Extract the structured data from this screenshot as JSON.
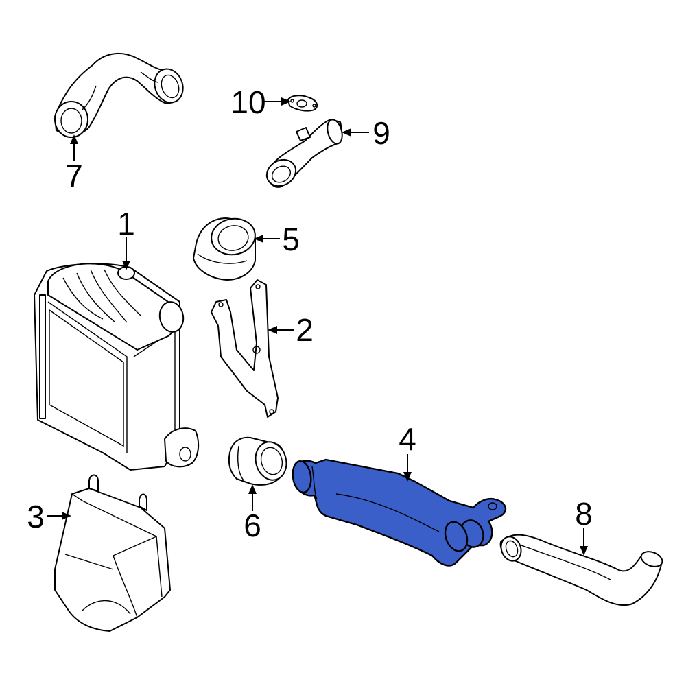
{
  "diagram": {
    "highlight_color": "#3a5fc8",
    "highlighted_part": "4",
    "callouts": [
      {
        "id": "1",
        "label": "1"
      },
      {
        "id": "2",
        "label": "2"
      },
      {
        "id": "3",
        "label": "3"
      },
      {
        "id": "4",
        "label": "4"
      },
      {
        "id": "5",
        "label": "5"
      },
      {
        "id": "6",
        "label": "6"
      },
      {
        "id": "7",
        "label": "7"
      },
      {
        "id": "8",
        "label": "8"
      },
      {
        "id": "9",
        "label": "9"
      },
      {
        "id": "10",
        "label": "10"
      }
    ]
  }
}
